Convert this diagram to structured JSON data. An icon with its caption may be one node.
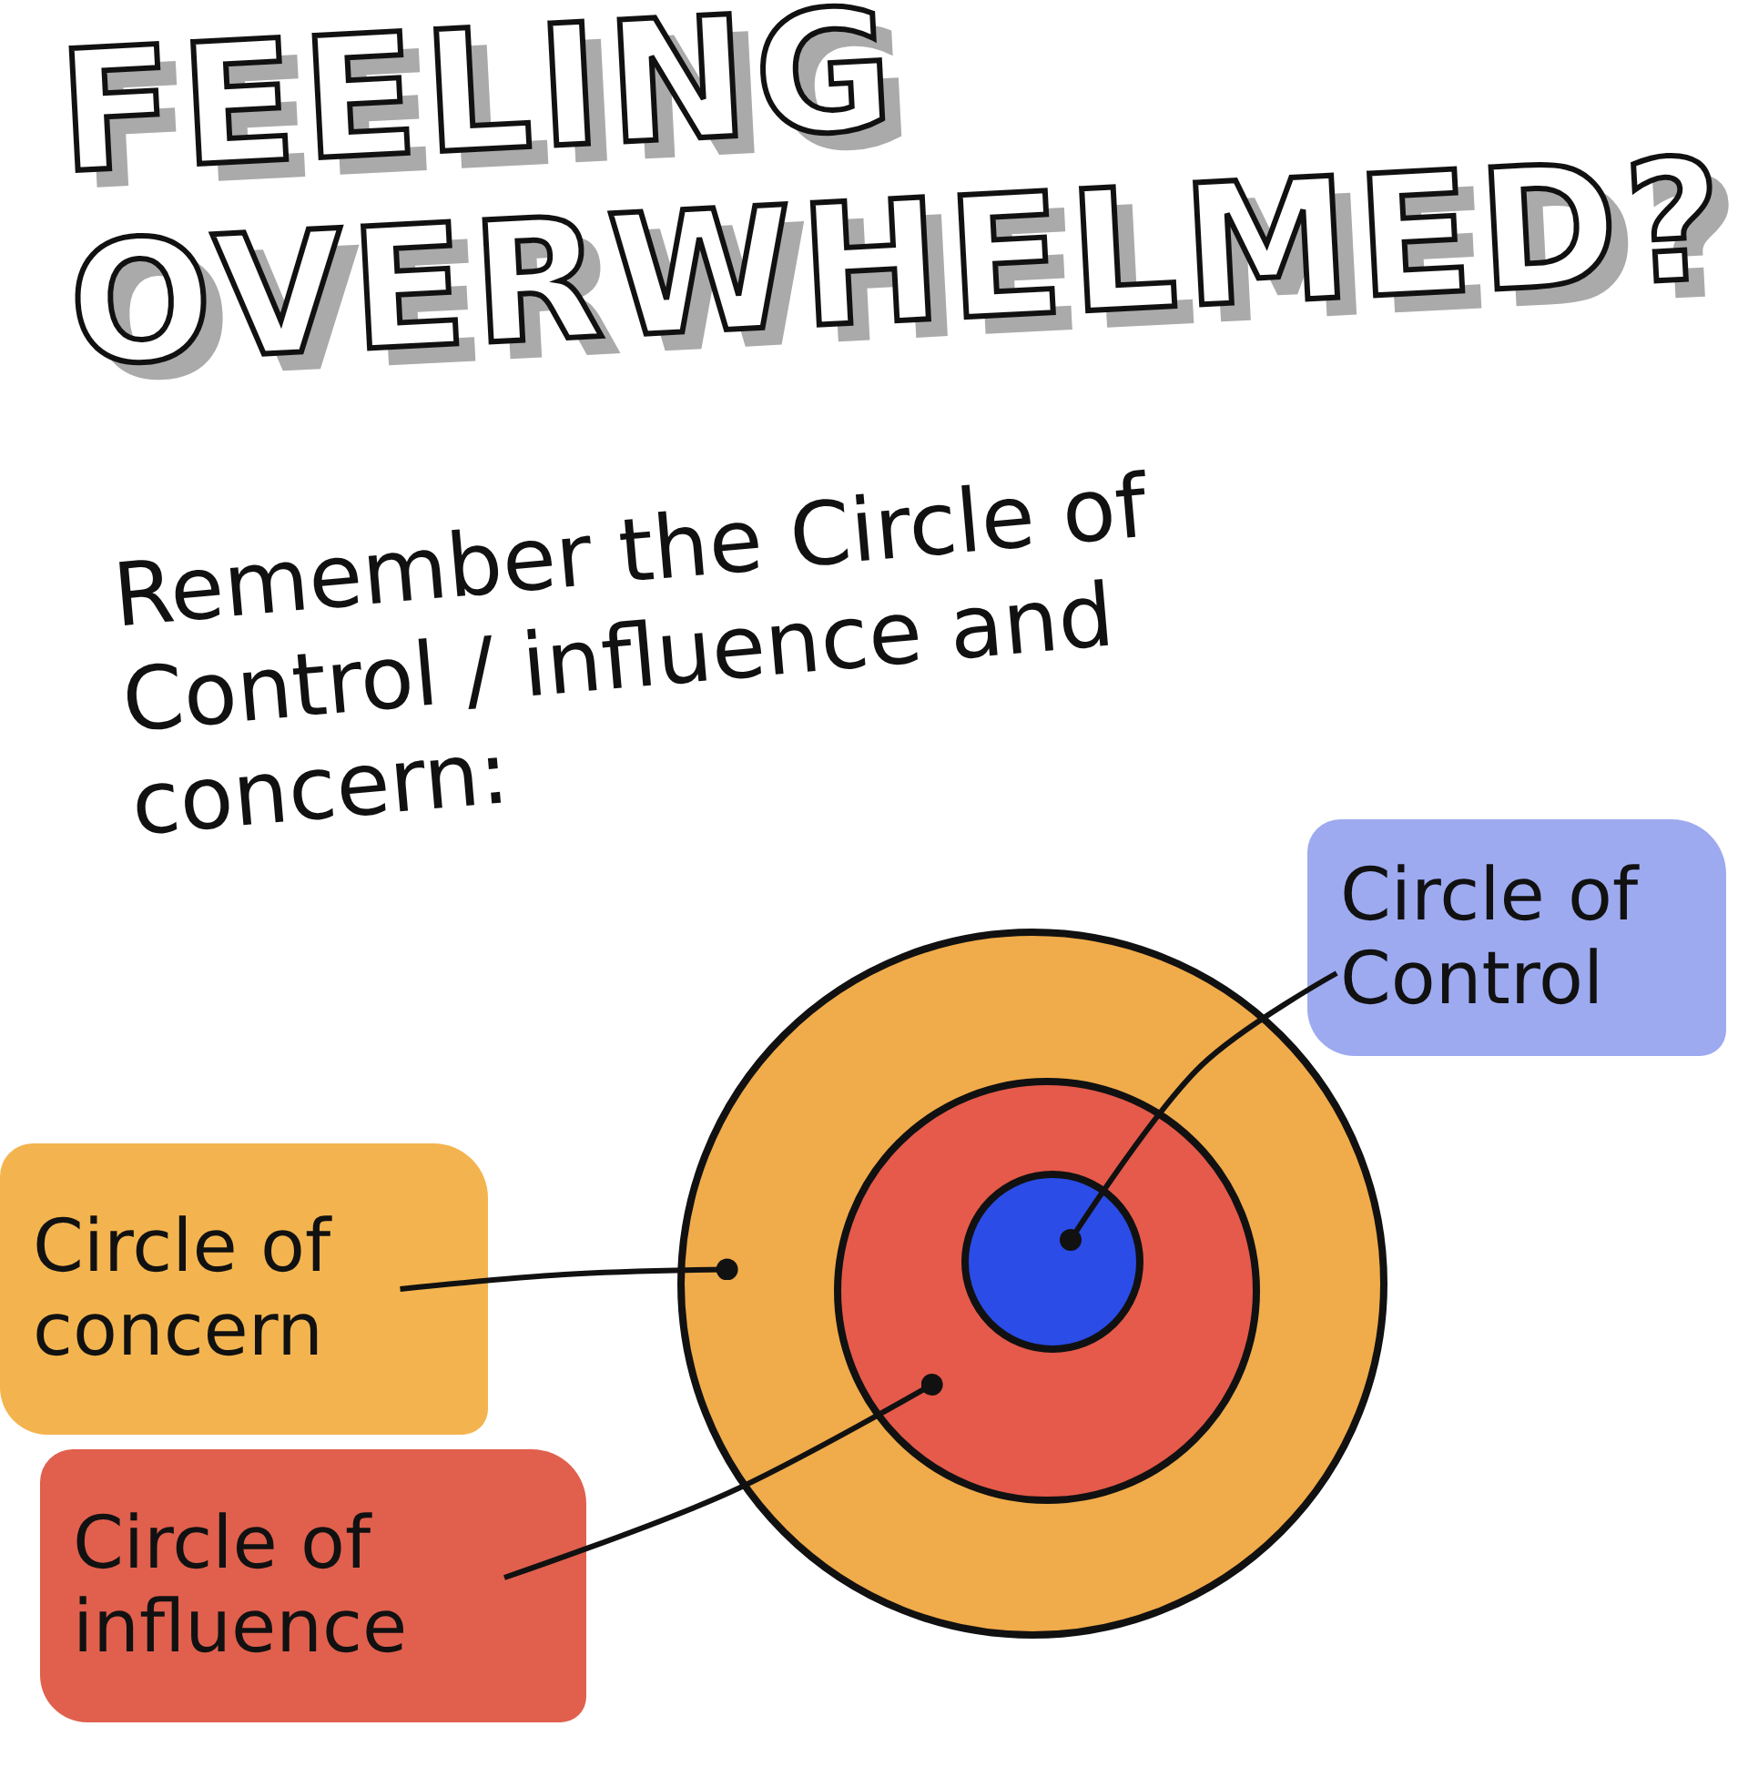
{
  "diagram": {
    "title": "FEELING OVERWHELMED?",
    "nodes": [
      {
        "text": [],
        "shape": "circle"
      },
      {
        "text": [],
        "shape": "circle",
        "in": 0
      },
      {
        "text": [],
        "shape": "circle",
        "in": 1
      },
      {
        "text": [
          "Circle of Control"
        ]
      },
      {
        "text": [
          "Circle of concern"
        ]
      },
      {
        "text": [
          "Circle of influence"
        ]
      }
    ],
    "edges": [
      {
        "from": 3,
        "to": 2,
        "arrow": "other"
      },
      {
        "from": 4,
        "to": 0,
        "arrow": "other"
      },
      {
        "from": 5,
        "to": 1,
        "arrow": "other"
      }
    ],
    "labels": [
      "Remember the Circle of Control / influence and concern:"
    ]
  }
}
